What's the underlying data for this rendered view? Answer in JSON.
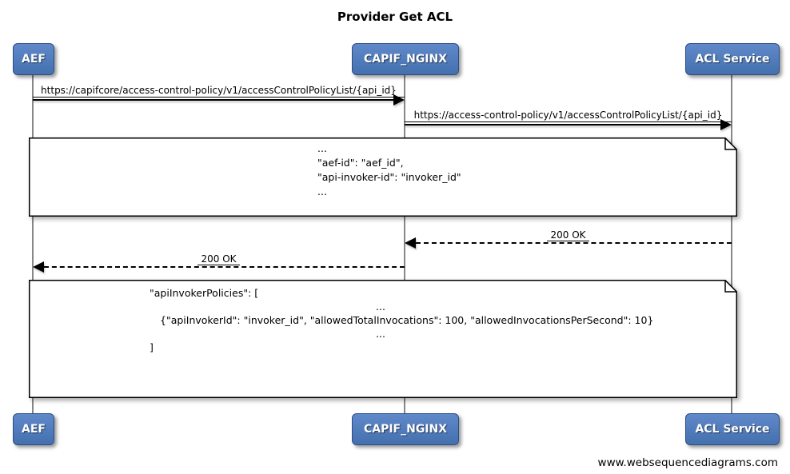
{
  "diagram": {
    "title": "Provider Get ACL",
    "footer_credit": "www.websequencediagrams.com"
  },
  "colors": {
    "actor_fill": "#4f7cc0",
    "actor_border": "#2c4c84",
    "actor_text": "#ffffff",
    "lifeline_gray": "#888888",
    "line_black": "#000000",
    "note_background": "#ffffff",
    "page_background": "#ffffff"
  },
  "actors": [
    {
      "label": "AEF"
    },
    {
      "label": "CAPIF_NGINX"
    },
    {
      "label": "ACL Service"
    }
  ],
  "messages": [
    {
      "label": "https://capifcore/access-control-policy/v1/accessControlPolicyList/{api_id}",
      "from": "AEF",
      "to": "CAPIF_NGINX",
      "line": "solid"
    },
    {
      "label": "https://access-control-policy/v1/accessControlPolicyList/{api_id}",
      "from": "CAPIF_NGINX",
      "to": "ACL Service",
      "line": "solid"
    },
    {
      "label": "200 OK",
      "from": "ACL Service",
      "to": "CAPIF_NGINX",
      "line": "dashed"
    },
    {
      "label": "200 OK",
      "from": "CAPIF_NGINX",
      "to": "AEF",
      "line": "dashed"
    }
  ],
  "notes": [
    {
      "lines": [
        "...",
        "\"aef-id\": \"aef_id\",",
        "\"api-invoker-id\": \"invoker_id\"",
        "..."
      ]
    },
    {
      "lines": [
        "\"apiInvokerPolicies\": [",
        "",
        "...",
        "{\"apiInvokerId\": \"invoker_id\", \"allowedTotalInvocations\": 100, \"allowedInvocationsPerSecond\": 10}",
        "...",
        "]"
      ]
    }
  ]
}
